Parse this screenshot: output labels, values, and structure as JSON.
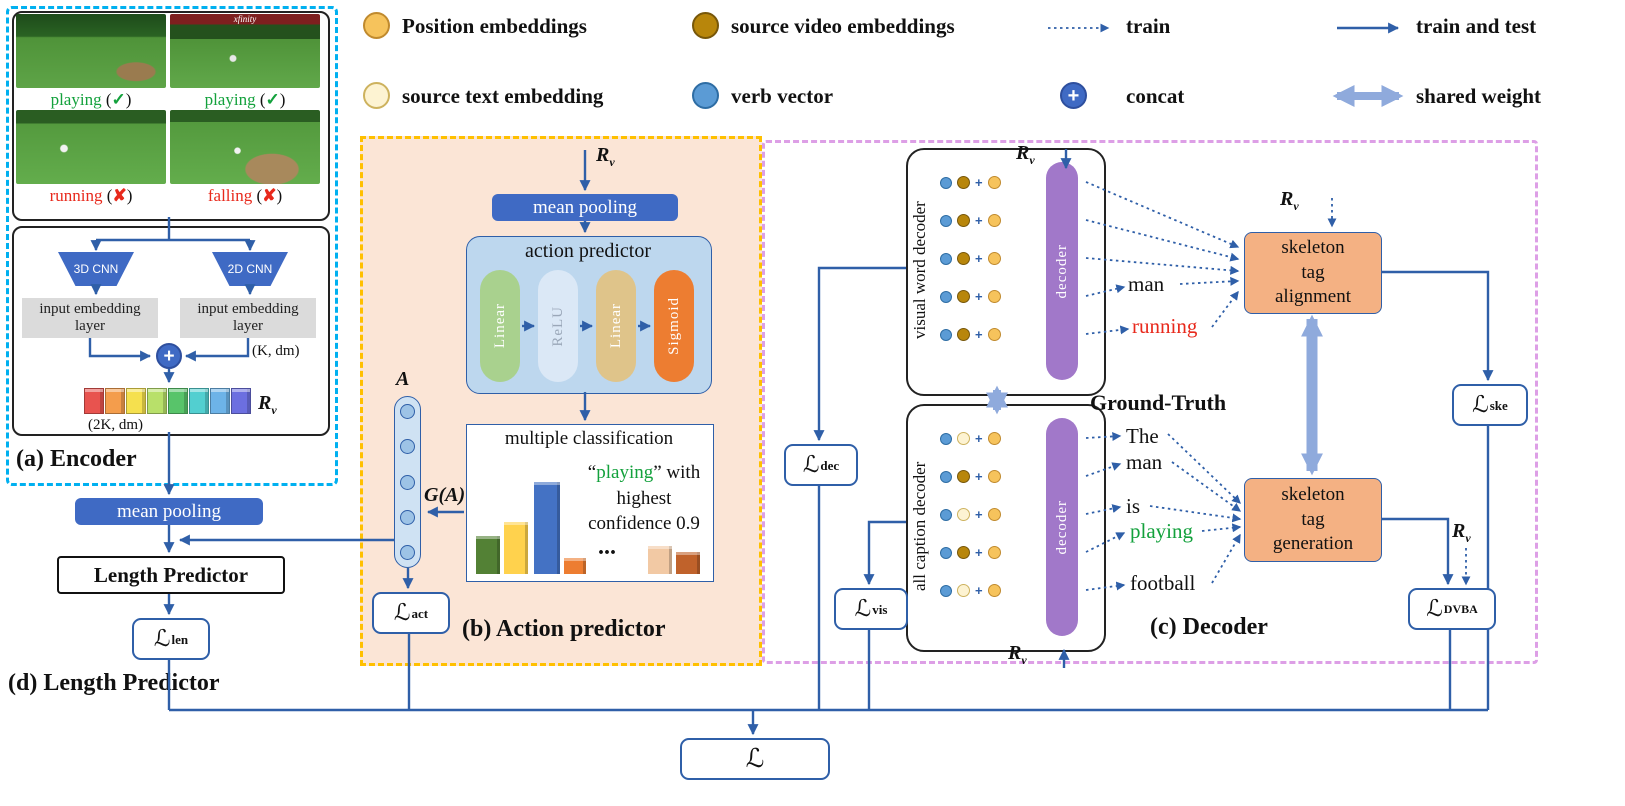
{
  "symbols": {
    "rv": "R",
    "rv_sub": "v",
    "loss": "ℒ",
    "a": "A",
    "ga": "G(A)",
    "paren_open": "(",
    "paren_close": ")",
    "ellipsis": "..."
  },
  "colors": {
    "line_blue": "#2f5fa8",
    "shared_weight_blue": "#8faadc",
    "encoder_dash": "#00b0f0",
    "action_dash": "#ffc000",
    "action_bg": "#fbe5d6",
    "decoder_dash": "#dd9fe6",
    "skeleton_orange": "#f4b183",
    "decoder_pill_purple": "#a178c9",
    "position_embedding": "#f6c35c",
    "source_video_embedding": "#b8860b",
    "source_text_embedding": "#fdf3d2",
    "verb_vector": "#5b9bd5"
  },
  "legend": {
    "position_embeddings": "Position embeddings",
    "source_video_embeddings": "source video embeddings",
    "train": "train",
    "train_and_test": "train and test",
    "source_text_embedding": "source text embedding",
    "verb_vector": "verb vector",
    "concat": "concat",
    "shared_weight": "shared weight"
  },
  "encoder": {
    "caption": "(a) Encoder",
    "frames": [
      {
        "word": "playing",
        "mark": "✓"
      },
      {
        "word": "playing",
        "mark": "✓",
        "banner": "xfinity"
      },
      {
        "word": "running",
        "mark": "✘"
      },
      {
        "word": "falling",
        "mark": "✘"
      }
    ],
    "cnn_3d": "3D CNN",
    "cnn_2d": "2D CNN",
    "embedding_layer_left": "input embedding layer",
    "embedding_layer_right": "input embedding layer",
    "k_dm": "(K, dm)",
    "k2_dm": "(2K, dm)"
  },
  "length_predictor": {
    "caption": "(d) Length  Predictor",
    "mean_pooling": "mean pooling",
    "title": "Length Predictor",
    "loss_sub": "len"
  },
  "action_predictor": {
    "caption": "(b) Action predictor",
    "mean_pooling": "mean pooling",
    "title": "action predictor",
    "layers": [
      "Linear",
      "ReLU",
      "Linear",
      "Sigmoid"
    ],
    "classification_title": "multiple classification",
    "quote_open": "“",
    "predicted_word": "playing",
    "quote_close": "”",
    "confidence_text": " with highest confidence  0.9",
    "loss_sub": "act",
    "bars": [
      {
        "color": "#538135",
        "height": 38
      },
      {
        "color": "#ffd24d",
        "height": 52
      },
      {
        "color": "#4472c4",
        "height": 92
      },
      {
        "color": "#ed7d31",
        "height": 16
      },
      {
        "color": "#f2c9a4",
        "height": 28
      },
      {
        "color": "#c0622b",
        "height": 22
      }
    ]
  },
  "decoder": {
    "caption": "(c) Decoder",
    "visual_word_decoder": "visual word decoder",
    "all_caption_decoder": "all caption decoder",
    "decoder_label": "decoder",
    "ground_truth": "Ground-Truth",
    "visual_words": [
      {
        "word": "man"
      },
      {
        "word": "running"
      }
    ],
    "caption_words": [
      {
        "word": "The"
      },
      {
        "word": "man"
      },
      {
        "word": "is"
      },
      {
        "word": "playing"
      },
      {
        "word": "football"
      }
    ],
    "skeleton_alignment": {
      "l1": "skeleton",
      "l2": "tag",
      "l3": "alignment"
    },
    "skeleton_generation": {
      "l1": "skeleton",
      "l2": "tag",
      "l3": "generation"
    },
    "loss_dec_sub": "dec",
    "loss_vis_sub": "vis",
    "loss_ske_sub": "ske",
    "loss_dvba_sub": "DVBA"
  },
  "total": {
    "loss": "ℒ"
  }
}
